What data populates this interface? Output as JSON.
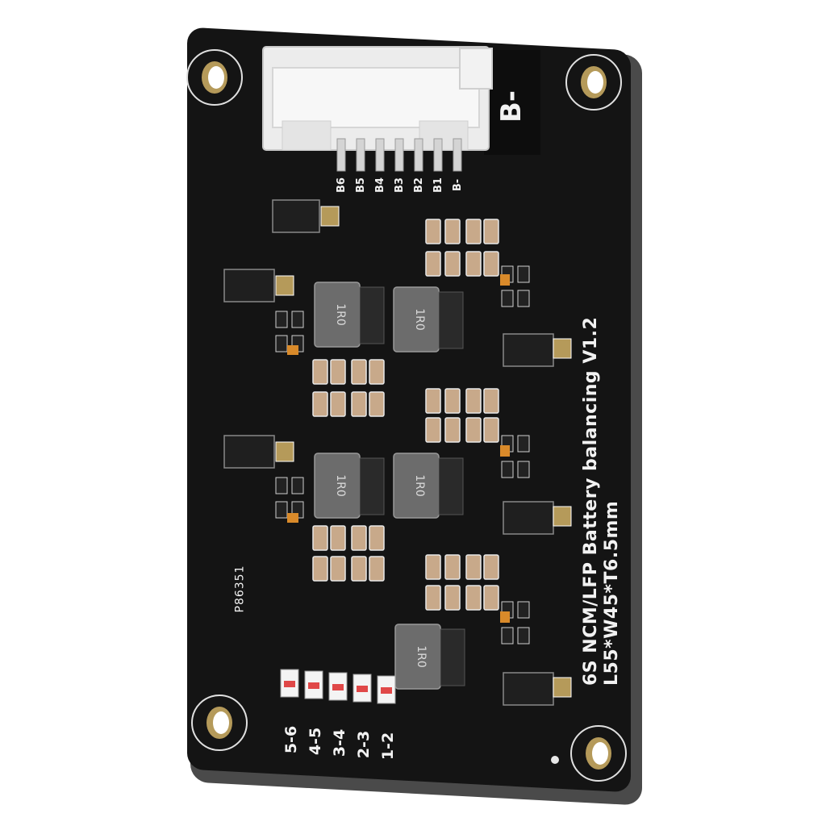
{
  "board": {
    "title_line1": "6S NCM/LFP Battery balancing V1.2",
    "title_line2": "L55*W45*T6.5mm",
    "serial": "P86351",
    "connector_ground_label": "B-",
    "pins": [
      "B6",
      "B5",
      "B4",
      "B3",
      "B2",
      "B1",
      "B-"
    ],
    "led_labels": [
      "5-6",
      "4-5",
      "3-4",
      "2-3",
      "1-2"
    ],
    "inductor_marking": "1R0"
  },
  "colors": {
    "pcb": "#141414",
    "silkscreen": "#f2f2f2",
    "connector": "#ececec",
    "capacitor": "#c8a98a",
    "inductor": "#6c6c6c",
    "gold_pad": "#b59a5a"
  }
}
